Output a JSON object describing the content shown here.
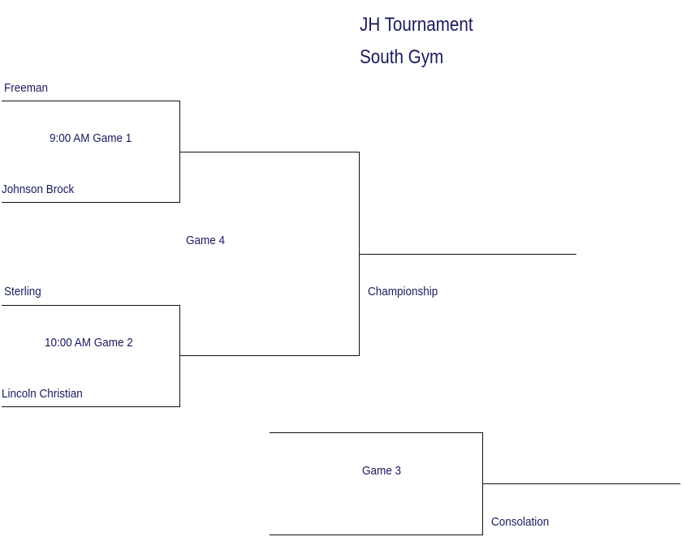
{
  "title": {
    "line1": "JH Tournament",
    "line2": "South Gym"
  },
  "games": {
    "game1": {
      "time_label": "9:00 AM  Game 1",
      "team_top": "Freeman",
      "team_bottom": "Johnson Brock"
    },
    "game2": {
      "time_label": "10:00 AM  Game 2",
      "team_top": "Sterling",
      "team_bottom": "Lincoln Christian"
    },
    "game3": {
      "label": "Game 3"
    },
    "game4": {
      "label": "Game 4"
    },
    "championship": {
      "label": "Championship"
    },
    "consolation": {
      "label": "Consolation"
    }
  }
}
